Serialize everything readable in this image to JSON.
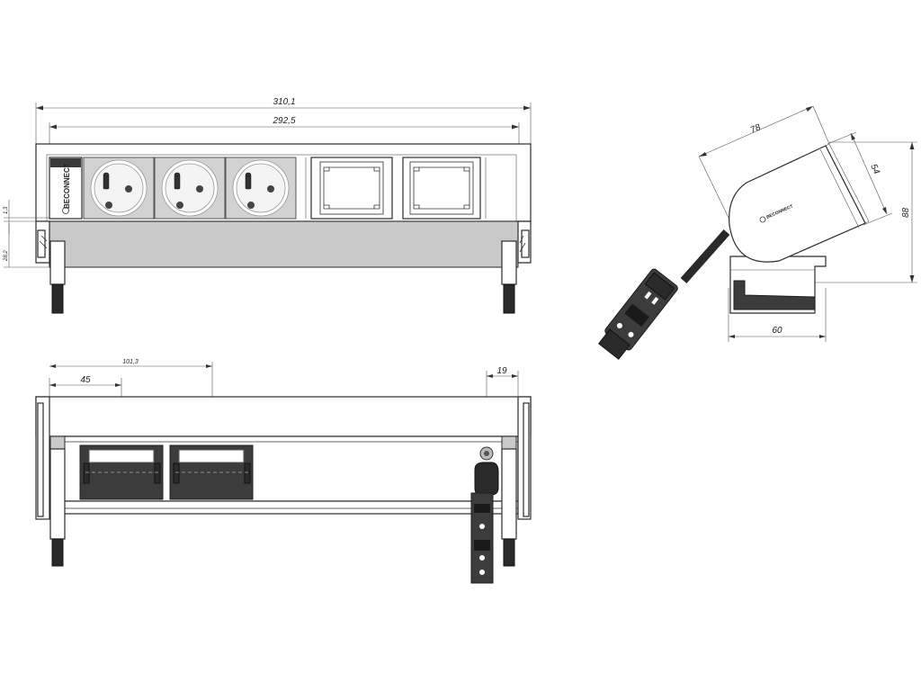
{
  "brand": {
    "name": "BECONNECT"
  },
  "dimensions": {
    "overall_length": "310,1",
    "body_length": "292,5",
    "edge_offset": "1,3",
    "lower_height": "28,2",
    "module_width": "45",
    "two_module_width": "101,3",
    "cable_offset": "19",
    "side_depth": "78",
    "side_width": "54",
    "side_height": "88",
    "base_width": "60"
  }
}
